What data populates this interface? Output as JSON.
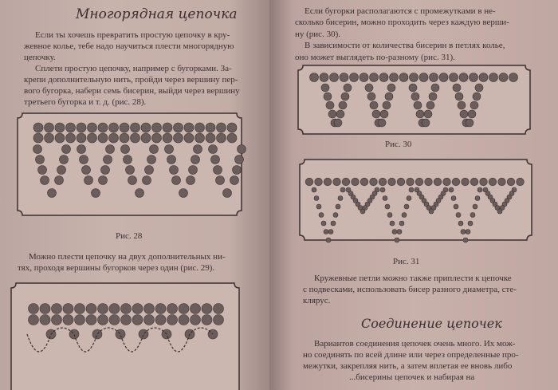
{
  "left_page": {
    "title": "Многорядная цепочка",
    "para1": [
      "Если ты хочешь превратить простую цепочку в кру-",
      "жевное колье, тебе надо научиться плести многорядную",
      "цепочку."
    ],
    "para2": [
      "Сплети простую цепочку, например с бугорками. За-",
      "крепи дополнительную нить, пройди через вершину пер-",
      "вого бугорка, набери семь бисерин, выйди через вершину",
      "третьего бугорка и т. д. (рис. 28)."
    ],
    "fig28_caption": "Рис. 28",
    "para3": [
      "Можно плести цепочку на двух дополнительных ни-",
      "тях, проходя вершины бугорков через один (рис. 29)."
    ]
  },
  "right_page": {
    "para1": [
      "Если бугорки располагаются с промежутками в не-",
      "сколько бисерин, можно проходить через каждую верши-",
      "ну (рис. 30)."
    ],
    "para2": [
      "В зависимости от количества бисерин в петлях колье,",
      "оно может выглядеть по-разному (рис. 31)."
    ],
    "fig30_caption": "Рис. 30",
    "fig31_caption": "Рис. 31",
    "para3": [
      "Кружевные петли можно также приплести к цепочке",
      "с подвесками, использовать бисер разного диаметра, сте-",
      "клярус."
    ],
    "heading": "Соединение цепочек",
    "para4": [
      "Вариантов соединения цепочек очень много. Их мож-",
      "но соединять по всей длине или через определенные про-",
      "межутки, закрепляя нить, а затем вплетая ее вновь либо",
      "...бисерины цепочек и набирая на"
    ]
  }
}
